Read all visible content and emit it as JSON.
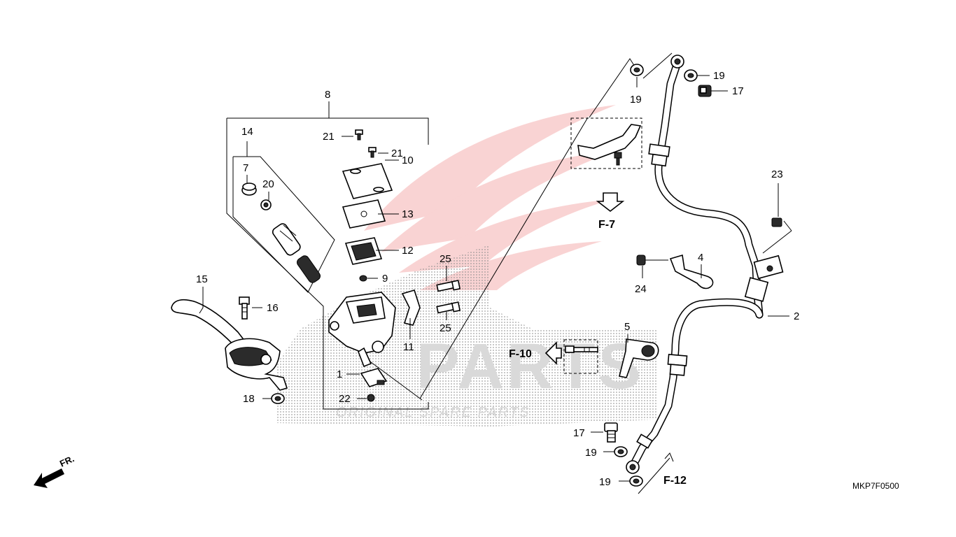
{
  "diagram_code": "MKP7F0500",
  "direction_label": "FR.",
  "watermark": {
    "main": "PARTS",
    "tagline": "ORIGINAL SPARE PARTS"
  },
  "callouts": {
    "c1": "1",
    "c2": "2",
    "c4": "4",
    "c5": "5",
    "c7": "7",
    "c8": "8",
    "c9": "9",
    "c10": "10",
    "c11": "11",
    "c12": "12",
    "c13": "13",
    "c14": "14",
    "c15": "15",
    "c16": "16",
    "c17a": "17",
    "c17b": "17",
    "c18": "18",
    "c19a": "19",
    "c19b": "19",
    "c19c": "19",
    "c19d": "19",
    "c20": "20",
    "c21a": "21",
    "c21b": "21",
    "c22": "22",
    "c23": "23",
    "c24": "24",
    "c25a": "25",
    "c25b": "25"
  },
  "section_refs": {
    "f7": "F-7",
    "f10": "F-10",
    "f12": "F-12"
  },
  "colors": {
    "watermark_red": "#e63a3a",
    "dot_gray": "#9a9a9a"
  }
}
